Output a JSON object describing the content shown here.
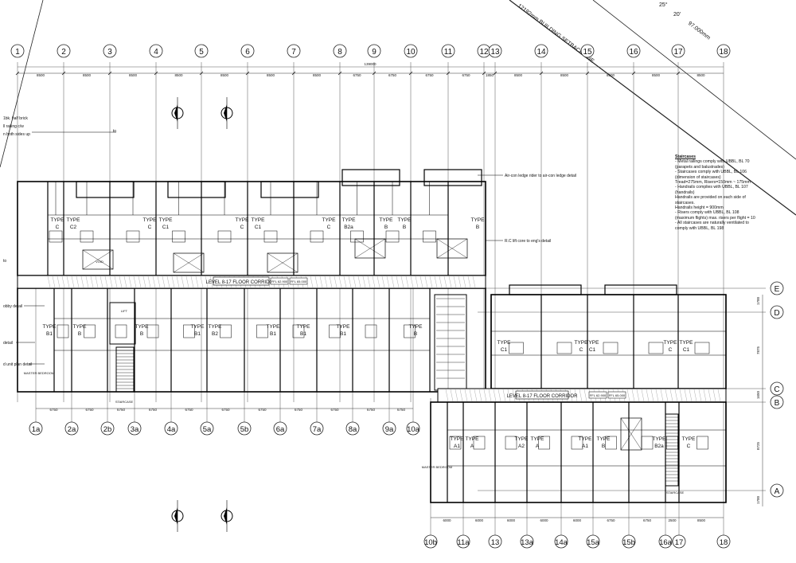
{
  "gridlines": {
    "top": [
      "1",
      "2",
      "3",
      "4",
      "5",
      "6",
      "7",
      "8",
      "9",
      "10",
      "11",
      "12",
      "13",
      "14",
      "15",
      "16",
      "17",
      "18"
    ],
    "bottom_left": [
      "1a",
      "2a",
      "2b",
      "3a",
      "4a",
      "5a",
      "5b",
      "6a",
      "7a",
      "8a",
      "9a",
      "10a"
    ],
    "bottom_right": [
      "10b",
      "11a",
      "13",
      "13a",
      "14a",
      "15a",
      "15b",
      "16a",
      "17",
      "18"
    ],
    "right": [
      "E",
      "D",
      "C",
      "B",
      "A"
    ]
  },
  "dimensions": {
    "top": [
      "8500",
      "8500",
      "8500",
      "8500",
      "8500",
      "8500",
      "8500",
      "6750",
      "6750",
      "6750",
      "6750",
      "1850",
      "8500",
      "8500",
      "8500",
      "8500",
      "8500"
    ],
    "overall_top": "139000",
    "bottom_left": [
      "6750",
      "6750",
      "6750",
      "6750",
      "6750",
      "6750",
      "6750",
      "6750",
      "6750",
      "6750",
      "6750"
    ],
    "bottom_right": [
      "6000",
      "6000",
      "6000",
      "6000",
      "6000",
      "6750",
      "6750",
      "2500",
      "8500"
    ],
    "right_side": [
      "1700",
      "7875",
      "1650",
      "8725",
      "1700"
    ]
  },
  "setback": {
    "line_label": "12192mm BUILDING SETBACK LINE",
    "angle": "25°",
    "angle_min": "20'",
    "distance": "97.000mm"
  },
  "corridor_labels": {
    "left": "LEVEL 8-17 FLOOR CORRIDOR",
    "right": "LEVEL 8-17 FLOOR CORRIDOR",
    "ffl_left_1": "FFL 62.900",
    "ffl_left_2": "FFL 65.000",
    "ffl_right_1": "FFL 62.900",
    "ffl_right_2": "FFL 65.000"
  },
  "units_top_left": [
    {
      "t": "TYPE",
      "c": "C"
    },
    {
      "t": "TYPE",
      "c": "C2"
    },
    {
      "t": "TYPE",
      "c": "C"
    },
    {
      "t": "TYPE",
      "c": "C1"
    },
    {
      "t": "TYPE",
      "c": "C"
    },
    {
      "t": "TYPE",
      "c": "C1"
    },
    {
      "t": "TYPE",
      "c": "C"
    },
    {
      "t": "TYPE",
      "c": "B2a"
    },
    {
      "t": "TYPE",
      "c": "B"
    },
    {
      "t": "TYPE",
      "c": "B"
    },
    {
      "t": "TYPE",
      "c": "B"
    }
  ],
  "units_bottom_left": [
    {
      "t": "TYPE",
      "c": "B1"
    },
    {
      "t": "TYPE",
      "c": "B"
    },
    {
      "t": "TYPE",
      "c": "B"
    },
    {
      "t": "TYPE",
      "c": "B1"
    },
    {
      "t": "TYPE",
      "c": "B2"
    },
    {
      "t": "TYPE",
      "c": "B1"
    },
    {
      "t": "TYPE",
      "c": "B1"
    },
    {
      "t": "TYPE",
      "c": "B1"
    },
    {
      "t": "TYPE",
      "c": "B"
    }
  ],
  "units_top_right": [
    {
      "t": "TYPE",
      "c": "C1"
    },
    {
      "t": "TYPE",
      "c": "C"
    },
    {
      "t": "TYPE",
      "c": "C1"
    },
    {
      "t": "TYPE",
      "c": "C"
    },
    {
      "t": "TYPE",
      "c": "C1"
    }
  ],
  "units_bottom_right": [
    {
      "t": "TYPE",
      "c": "A1"
    },
    {
      "t": "TYPE",
      "c": "A"
    },
    {
      "t": "TYPE",
      "c": "A2"
    },
    {
      "t": "TYPE",
      "c": "A"
    },
    {
      "t": "TYPE",
      "c": "A1"
    },
    {
      "t": "TYPE",
      "c": "B"
    },
    {
      "t": "TYPE",
      "c": "B2a"
    },
    {
      "t": "TYPE",
      "c": "C"
    }
  ],
  "callouts": {
    "aircon": "Air-con ledge rider to air-con ledge detail",
    "lift": "R.C lift core to eng's detail",
    "left_1": "1bk. half brick",
    "left_2": "ll railing c/w",
    "left_3": "n both sides up",
    "left_4": "to",
    "left_5": "obby detail",
    "left_6": "detail",
    "left_7": "d unit plan detail"
  },
  "notes": [
    "Staircases",
    "- Metal railings comply with UBBL, BL 70",
    "(parapets and balustrades)",
    "- Staircases comply with UBBL, BL 106",
    "(dimension of staircases)",
    "Tread=275mm, Risers=150mm ~ 175mm",
    "- Handrails complies with UBBL, BL 107",
    "(handrails)",
    "Handrails are provided on each side of",
    "staircases.",
    "Handrails height = 900mm",
    "- Risers comply with UBBL, BL 108",
    "(maximum flights) max. risers per flight = 10",
    "- All staircases are naturally ventilated to",
    "comply with UBBL, BL 198"
  ],
  "small_labels": {
    "void": "VOID",
    "lift": "LIFT",
    "staircase": "STAIRCASE",
    "master": "MASTER BEDROOM"
  }
}
